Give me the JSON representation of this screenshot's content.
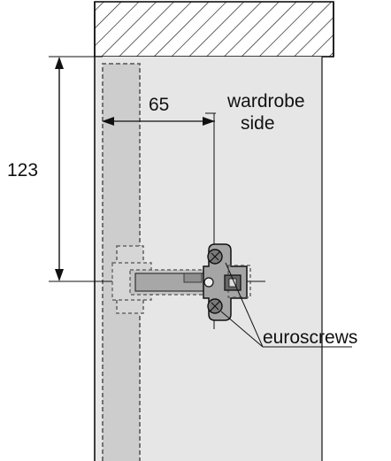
{
  "dimensions": {
    "horizontal": "65",
    "vertical": "123"
  },
  "labels": {
    "wardrobe_line1": "wardrobe",
    "wardrobe_line2": "side",
    "euroscrews": "euroscrews"
  },
  "colors": {
    "panel_fill": "#e4e4e4",
    "door_fill": "#cfcfcf",
    "hatch_stroke": "#222222",
    "outline": "#111111",
    "hinge_fill": "#9a9a9a",
    "hinge_dark": "#5a5a5a",
    "dashed_part": "#c8c8c8"
  }
}
